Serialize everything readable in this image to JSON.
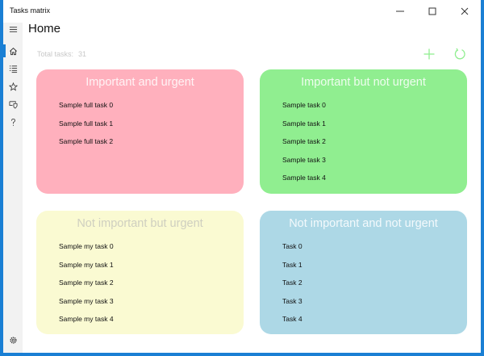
{
  "window": {
    "title": "Tasks matrix",
    "controls": {
      "minimize": "minimize",
      "maximize": "maximize",
      "close": "close"
    }
  },
  "sidebar": {
    "items": [
      {
        "name": "menu",
        "icon": "hamburger-icon"
      },
      {
        "name": "home",
        "icon": "home-icon",
        "selected": true
      },
      {
        "name": "list",
        "icon": "list-icon"
      },
      {
        "name": "favorites",
        "icon": "star-icon"
      },
      {
        "name": "devices",
        "icon": "shield-device-icon"
      },
      {
        "name": "help",
        "icon": "help-icon"
      }
    ],
    "footer": {
      "name": "settings",
      "icon": "gear-icon"
    },
    "accent_color": "#1a7fd4"
  },
  "header": {
    "title": "Home",
    "total_tasks_label": "Total tasks:",
    "total_tasks_value": "31",
    "actions": {
      "add": "add-icon",
      "refresh": "refresh-icon"
    },
    "action_color": "#90ee90"
  },
  "quadrants": [
    {
      "title": "Important and urgent",
      "color": "#ffb0bd",
      "tasks": [
        "Sample full task 0",
        "Sample full task 1",
        "Sample full task 2"
      ]
    },
    {
      "title": "Important but not urgent",
      "color": "#90ee90",
      "tasks": [
        "Sample task 0",
        "Sample task 1",
        "Sample task 2",
        "Sample task 3",
        "Sample task 4"
      ]
    },
    {
      "title": "Not important but urgent",
      "color": "#fafad2",
      "tasks": [
        "Sample my task 0",
        "Sample my task 1",
        "Sample my task 2",
        "Sample my task 3",
        "Sample my task 4"
      ]
    },
    {
      "title": "Not important and not urgent",
      "color": "#add8e6",
      "tasks": [
        "Task 0",
        "Task 1",
        "Task 2",
        "Task 3",
        "Task 4"
      ]
    }
  ]
}
